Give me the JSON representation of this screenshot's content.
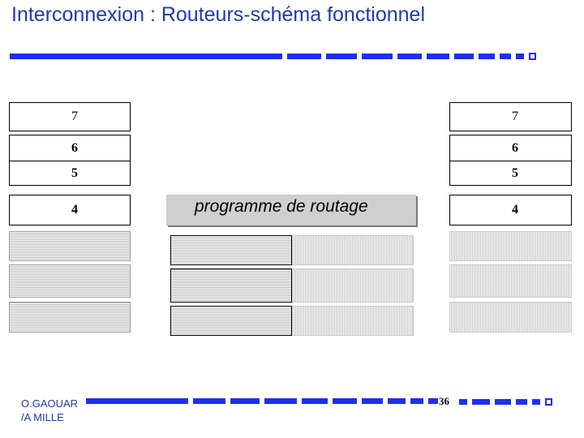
{
  "slide": {
    "title": "Interconnexion : Routeurs-schéma fonctionnel",
    "routing_label": "programme de routage",
    "author_line1": "O.GAOUAR",
    "author_line2": "/A MILLE",
    "page_number": "36"
  },
  "left_stack": [
    {
      "label": "7"
    },
    {
      "label": "6"
    },
    {
      "label": "5"
    },
    {
      "label": "4"
    }
  ],
  "right_stack": [
    {
      "label": "7"
    },
    {
      "label": "6"
    },
    {
      "label": "5"
    },
    {
      "label": "4"
    }
  ],
  "colors": {
    "title": "#1f3ba6",
    "rule": "#1d2ff0",
    "routing_box": "#cfcfcf"
  }
}
